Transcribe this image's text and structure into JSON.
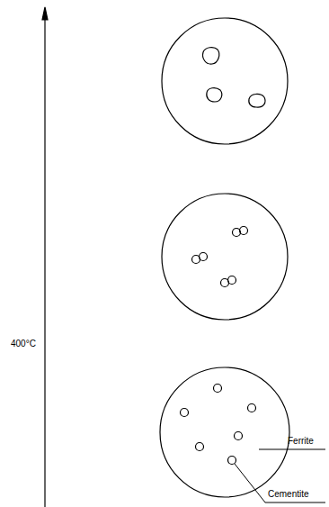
{
  "diagram": {
    "labels": [
      "400°C",
      "Ferrite",
      "Cementite"
    ]
  }
}
